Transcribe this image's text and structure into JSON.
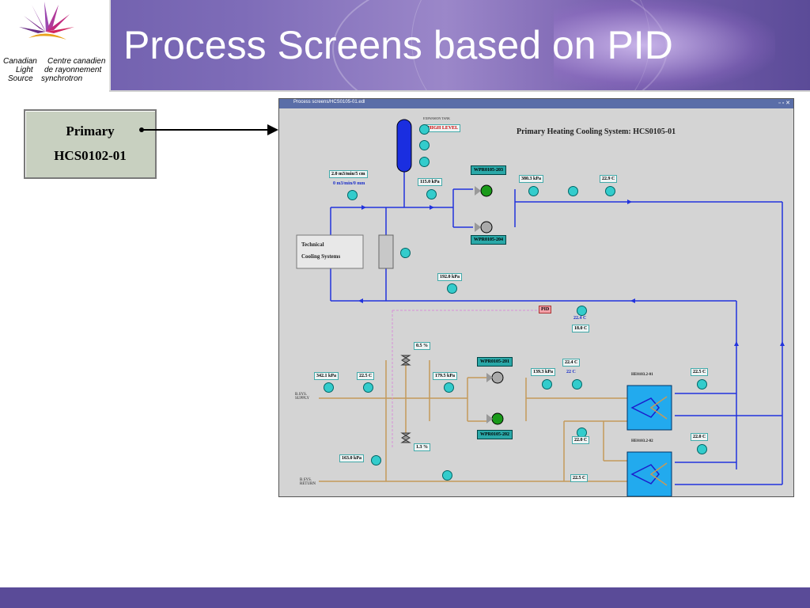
{
  "slide": {
    "title": "Process Screens based on PID",
    "logo": {
      "line1_left": "Canadian",
      "line1_right": "Centre canadien",
      "line2_left": "Light",
      "line2_right": "de rayonnement",
      "line3_left": "Source",
      "line3_right": "synchrotron"
    }
  },
  "callout": {
    "line1": "Primary",
    "line2": "HCS0102-01"
  },
  "screen": {
    "window_title": "Process screens/HCS0105-01.edl",
    "heading": "Primary   Heating Cooling System:    HCS0105-01",
    "tech_box": [
      "Technical",
      "Cooling Systems"
    ],
    "expansion_label": "EXPANSION TANK",
    "level_alarm": "HIGH LEVEL",
    "ps_level": "2.0 m3/min/5 cm",
    "ps_level_blue": "0 m3/min/0 mm",
    "pump_labels": [
      "WPR0105-203",
      "WPR0105-204",
      "WPR0105-201",
      "WPR0105-202"
    ],
    "readings": {
      "p1": "115.0 kPa",
      "p2": "380.3 kPa",
      "t1": "22.9 C",
      "p3": "192.0 kPa",
      "pid": "PID",
      "t2_blue": "22.4 C",
      "t2": "18.0 C",
      "valve1": "0.5 %",
      "valve2": "1.3 %",
      "p4": "342.1 kPa",
      "t3": "22.5 C",
      "p5": "179.5 kPa",
      "p6": "139.3 kPa",
      "t4": "22.4 C",
      "t4_blue": "22 C",
      "t5": "22.5 C",
      "t6": "22.0 C",
      "t7": "22.0 C",
      "p7": "163.0 kPa",
      "t8": "22.5 C"
    },
    "hx_labels": [
      "HE0103.2-01",
      "HE0103.2-02"
    ],
    "supply_label": "B.SYS. SUPPLY",
    "return_label": "B.SYS. RETURN"
  }
}
